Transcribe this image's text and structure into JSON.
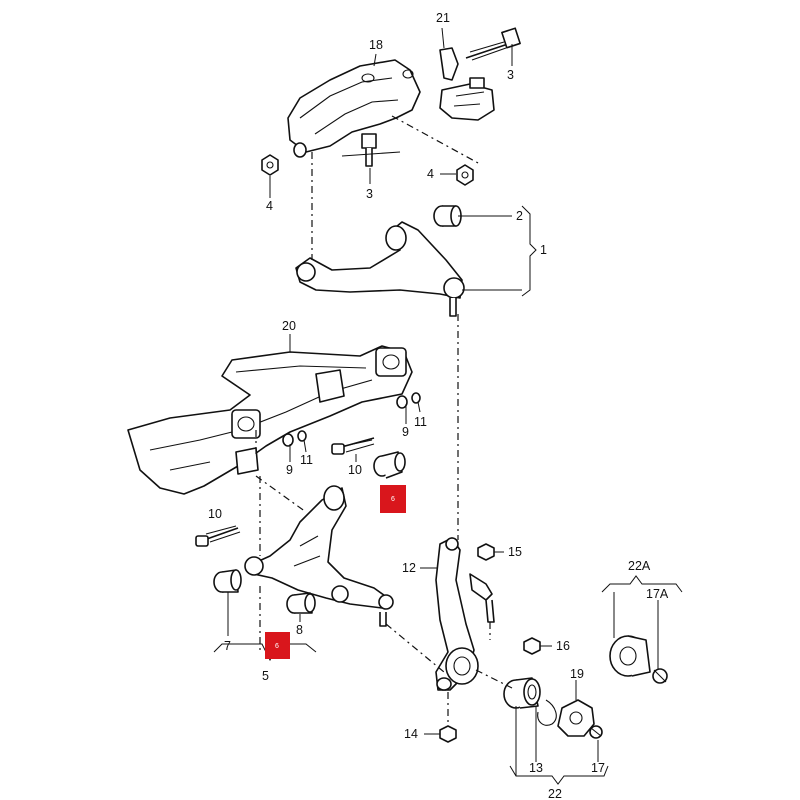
{
  "callouts": {
    "n21": "21",
    "n18": "18",
    "n3a": "3",
    "n3b": "3",
    "n4a": "4",
    "n4b": "4",
    "n2": "2",
    "n1": "1",
    "n20": "20",
    "n9a": "9",
    "n11a": "11",
    "n9b": "9",
    "n11b": "11",
    "n10a": "10",
    "n10b": "10",
    "n12": "12",
    "n15": "15",
    "n7": "7",
    "n8": "8",
    "n5": "5",
    "n16": "16",
    "n14": "14",
    "n19": "19",
    "n13": "13",
    "n17": "17",
    "n22": "22",
    "n22a": "22A",
    "n17a": "17A"
  },
  "badges": {
    "upper": "6",
    "lower": "6"
  },
  "colors": {
    "badge": "#d9161c",
    "line": "#111111"
  }
}
